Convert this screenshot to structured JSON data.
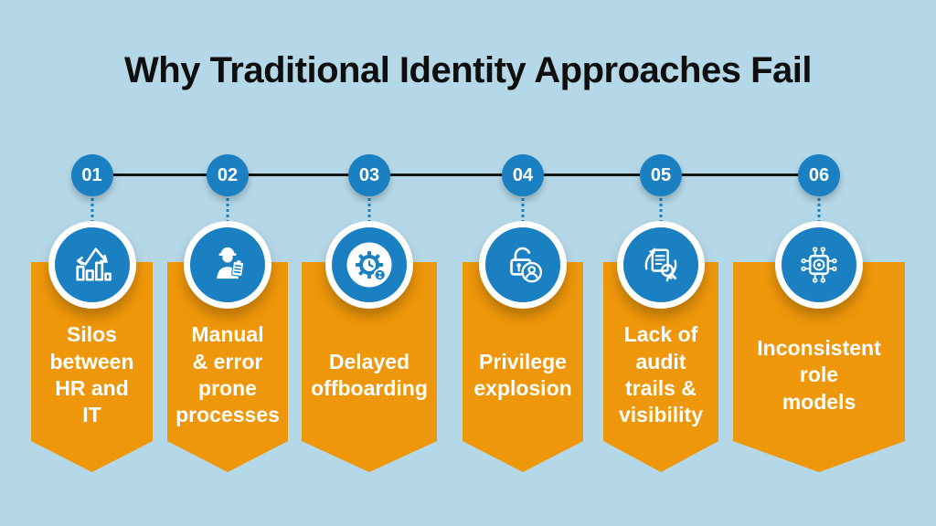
{
  "title": "Why Traditional Identity Approaches Fail",
  "colors": {
    "background": "#b5d8e8",
    "banner_orange": "#ef970a",
    "circle_blue": "#1a80c2",
    "timeline_line": "#151515",
    "banner_text": "#ffffff",
    "title_color": "#0e0e0e"
  },
  "timeline": {
    "items": [
      {
        "number": "01",
        "icon": "analytics-chart-icon",
        "label": "Silos\nbetween\nHR and\nIT"
      },
      {
        "number": "02",
        "icon": "worker-checklist-icon",
        "label": "Manual\n& error\nprone\nprocesses"
      },
      {
        "number": "03",
        "icon": "gear-clock-delay-icon",
        "label": "Delayed\noffboarding"
      },
      {
        "number": "04",
        "icon": "unlocked-padlock-user-icon",
        "label": "Privilege\nexplosion"
      },
      {
        "number": "05",
        "icon": "document-magnifier-audit-icon",
        "label": "Lack of\naudit\ntrails &\nvisibility"
      },
      {
        "number": "06",
        "icon": "chip-gear-circuit-icon",
        "label": "Inconsistent\nrole\nmodels"
      }
    ]
  }
}
